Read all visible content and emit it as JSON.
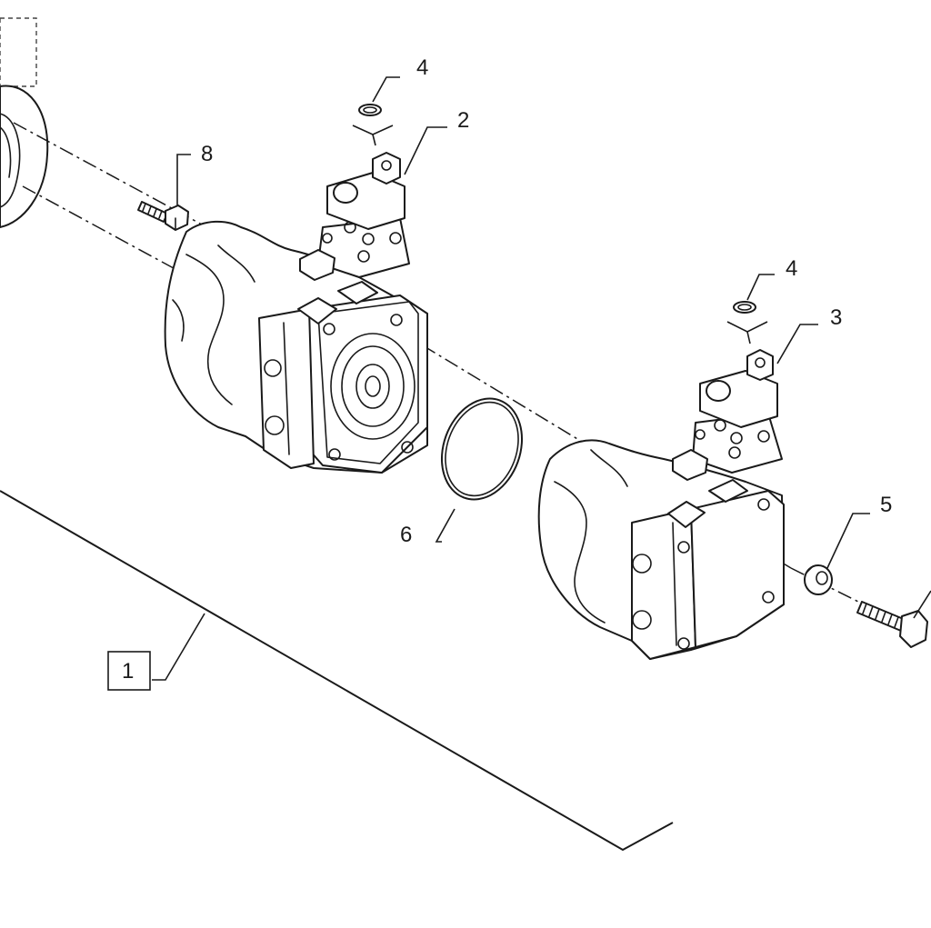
{
  "callouts": {
    "assembly": "1",
    "item_2": "2",
    "item_3": "3",
    "item_4_top": "4",
    "item_4_right": "4",
    "item_5": "5",
    "item_6": "6",
    "item_8": "8"
  },
  "icons": {
    "pump_left": "hydraulic-pump-icon",
    "pump_right": "hydraulic-pump-icon",
    "bolt": "bolt-icon",
    "o_ring": "o-ring-icon",
    "washer": "washer-icon",
    "housing": "housing-flange-icon"
  },
  "colors": {
    "line": "#1a1a1a",
    "background": "#ffffff"
  }
}
